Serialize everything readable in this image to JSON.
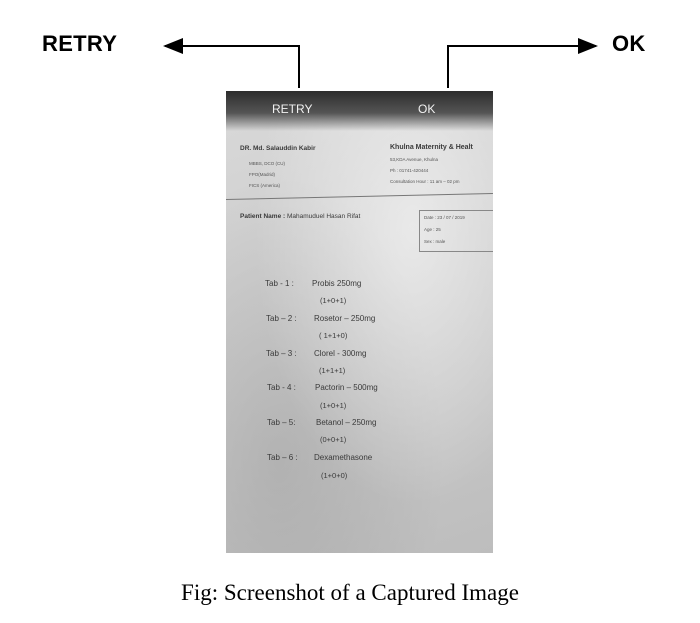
{
  "annotations": {
    "retry_label": "RETRY",
    "ok_label": "OK"
  },
  "phone": {
    "retry_label": "RETRY",
    "ok_label": "OK",
    "prescription": {
      "doctor_name": "DR. Md. Salauddin Kabir",
      "doctor_degrees": [
        "MBBS, DCO (CU)",
        "FPO(Madrid)",
        "FICS (America)"
      ],
      "clinic_name": "Khulna Maternity & Healt",
      "clinic_lines": [
        "53,KDA Avenue, Khulna",
        "Ph : 01741-420444",
        "Consultation Hour : 11 am – 02 pm"
      ],
      "patient_label": "Patient Name :",
      "patient_name": "Mahamuduel Hasan Rifat",
      "info": [
        "Date : 23 / 07 / 2019",
        "Age : 25",
        "Sex : male"
      ],
      "items": [
        {
          "tab": "Tab - 1 :",
          "medicine": "Probis  250mg",
          "dose": "(1+0+1)"
        },
        {
          "tab": "Tab – 2 :",
          "medicine": "Rosetor – 250mg",
          "dose": "( 1+1+0)"
        },
        {
          "tab": "Tab – 3 :",
          "medicine": "Clorel  - 300mg",
          "dose": "(1+1+1)"
        },
        {
          "tab": "Tab - 4 :",
          "medicine": "Pactorin – 500mg",
          "dose": "(1+0+1)"
        },
        {
          "tab": "Tab – 5:",
          "medicine": "Betanol – 250mg",
          "dose": "(0+0+1)"
        },
        {
          "tab": "Tab – 6 :",
          "medicine": "Dexamethasone",
          "dose": "(1+0+0)"
        }
      ]
    }
  },
  "caption": "Fig: Screenshot of a Captured Image",
  "colors": {
    "text": "#000000",
    "topbar": "#2c2c2c",
    "paper": "#cfcfcf"
  }
}
